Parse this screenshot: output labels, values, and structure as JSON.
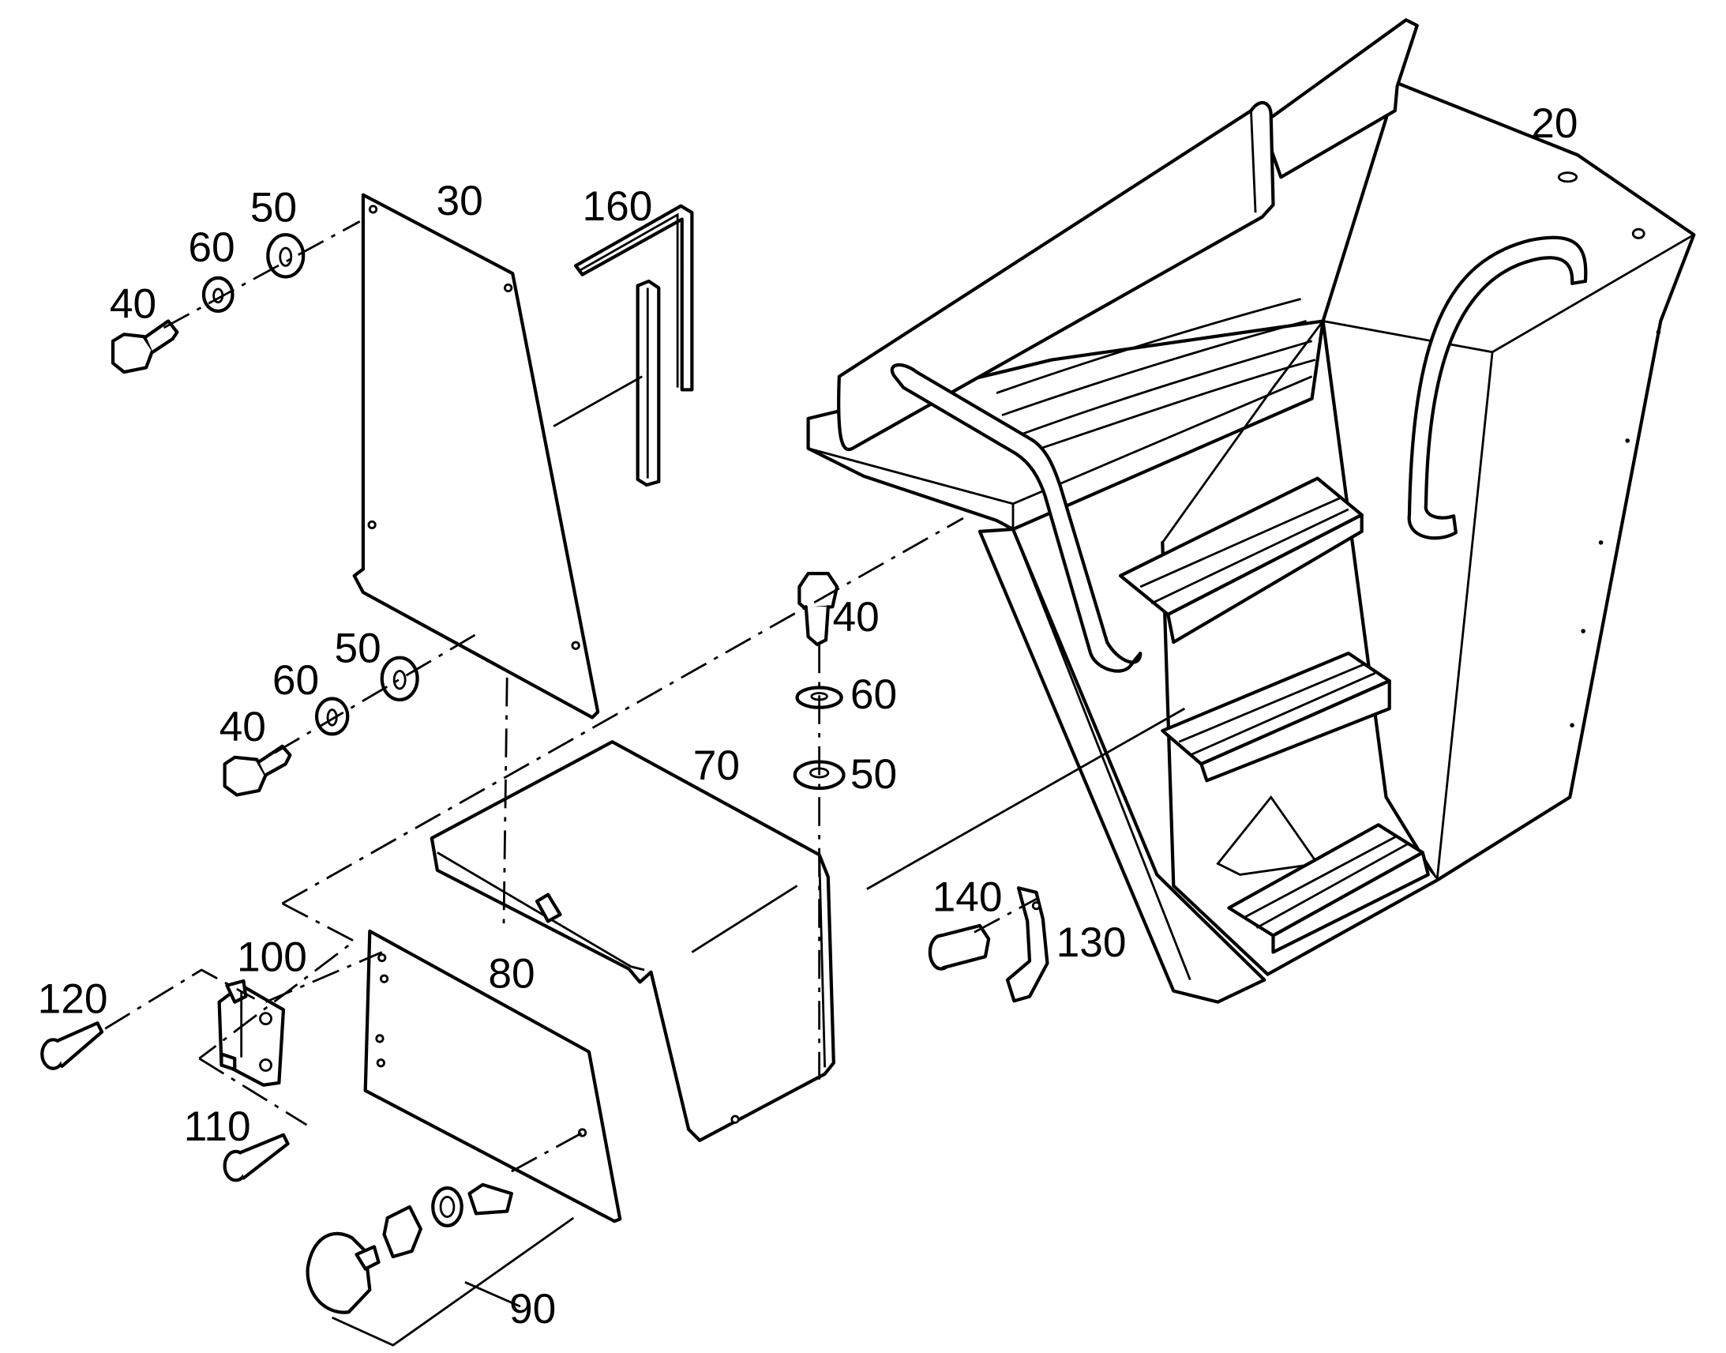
{
  "callouts": [
    {
      "id": "c20",
      "label": "20"
    },
    {
      "id": "c30",
      "label": "30"
    },
    {
      "id": "c160",
      "label": "160"
    },
    {
      "id": "c50a",
      "label": "50"
    },
    {
      "id": "c60a",
      "label": "60"
    },
    {
      "id": "c40a",
      "label": "40"
    },
    {
      "id": "c50b",
      "label": "50"
    },
    {
      "id": "c60b",
      "label": "60"
    },
    {
      "id": "c40b",
      "label": "40"
    },
    {
      "id": "c40c",
      "label": "40"
    },
    {
      "id": "c60c",
      "label": "60"
    },
    {
      "id": "c50c",
      "label": "50"
    },
    {
      "id": "c70",
      "label": "70"
    },
    {
      "id": "c140",
      "label": "140"
    },
    {
      "id": "c130",
      "label": "130"
    },
    {
      "id": "c100",
      "label": "100"
    },
    {
      "id": "c120",
      "label": "120"
    },
    {
      "id": "c80",
      "label": "80"
    },
    {
      "id": "c110",
      "label": "110"
    },
    {
      "id": "c90",
      "label": "90"
    }
  ]
}
